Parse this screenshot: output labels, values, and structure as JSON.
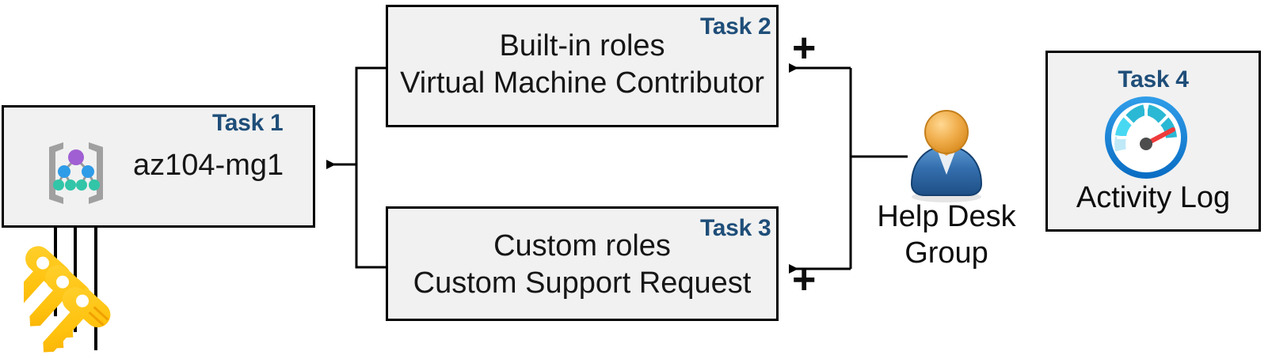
{
  "diagram": {
    "title": "Azure RBAC task diagram",
    "accent_color": "#1F4E79",
    "box_fill": "#f1f1f1",
    "box_border": "#000000"
  },
  "boxes": [
    {
      "id": "task1",
      "task_label": "Task 1",
      "text": "az104-mg1",
      "icon": "management-group-icon"
    },
    {
      "id": "task2",
      "task_label": "Task 2",
      "line1": "Built-in roles",
      "line2": "Virtual Machine Contributor"
    },
    {
      "id": "task3",
      "task_label": "Task 3",
      "line1": "Custom roles",
      "line2": "Custom Support Request"
    },
    {
      "id": "task4",
      "task_label": "Task 4",
      "text": "Activity Log",
      "icon": "activity-log-gauge-icon"
    }
  ],
  "actor": {
    "icon": "user-group-icon",
    "line1": "Help Desk",
    "line2": "Group"
  },
  "operators": {
    "plus_top": "+",
    "plus_bottom": "+"
  },
  "keys": {
    "icon": "keys-icon",
    "count": 3
  },
  "icon_colors": {
    "mg_bracket": "#a0a0a0",
    "mg_root_node": "#a05fd3",
    "mg_mid_node": "#2f9ce8",
    "mg_leaf_node": "#32c5a8",
    "gauge_ring": "#0f7fdb",
    "gauge_needle": "#ef3b3b",
    "gauge_segment_dark": "#2bb8d4",
    "gauge_segment_light": "#9fe3f5",
    "person_head": "#efa948",
    "person_body": "#2f6fad",
    "key_body": "#ffc20e",
    "key_dark": "#f5a800"
  }
}
